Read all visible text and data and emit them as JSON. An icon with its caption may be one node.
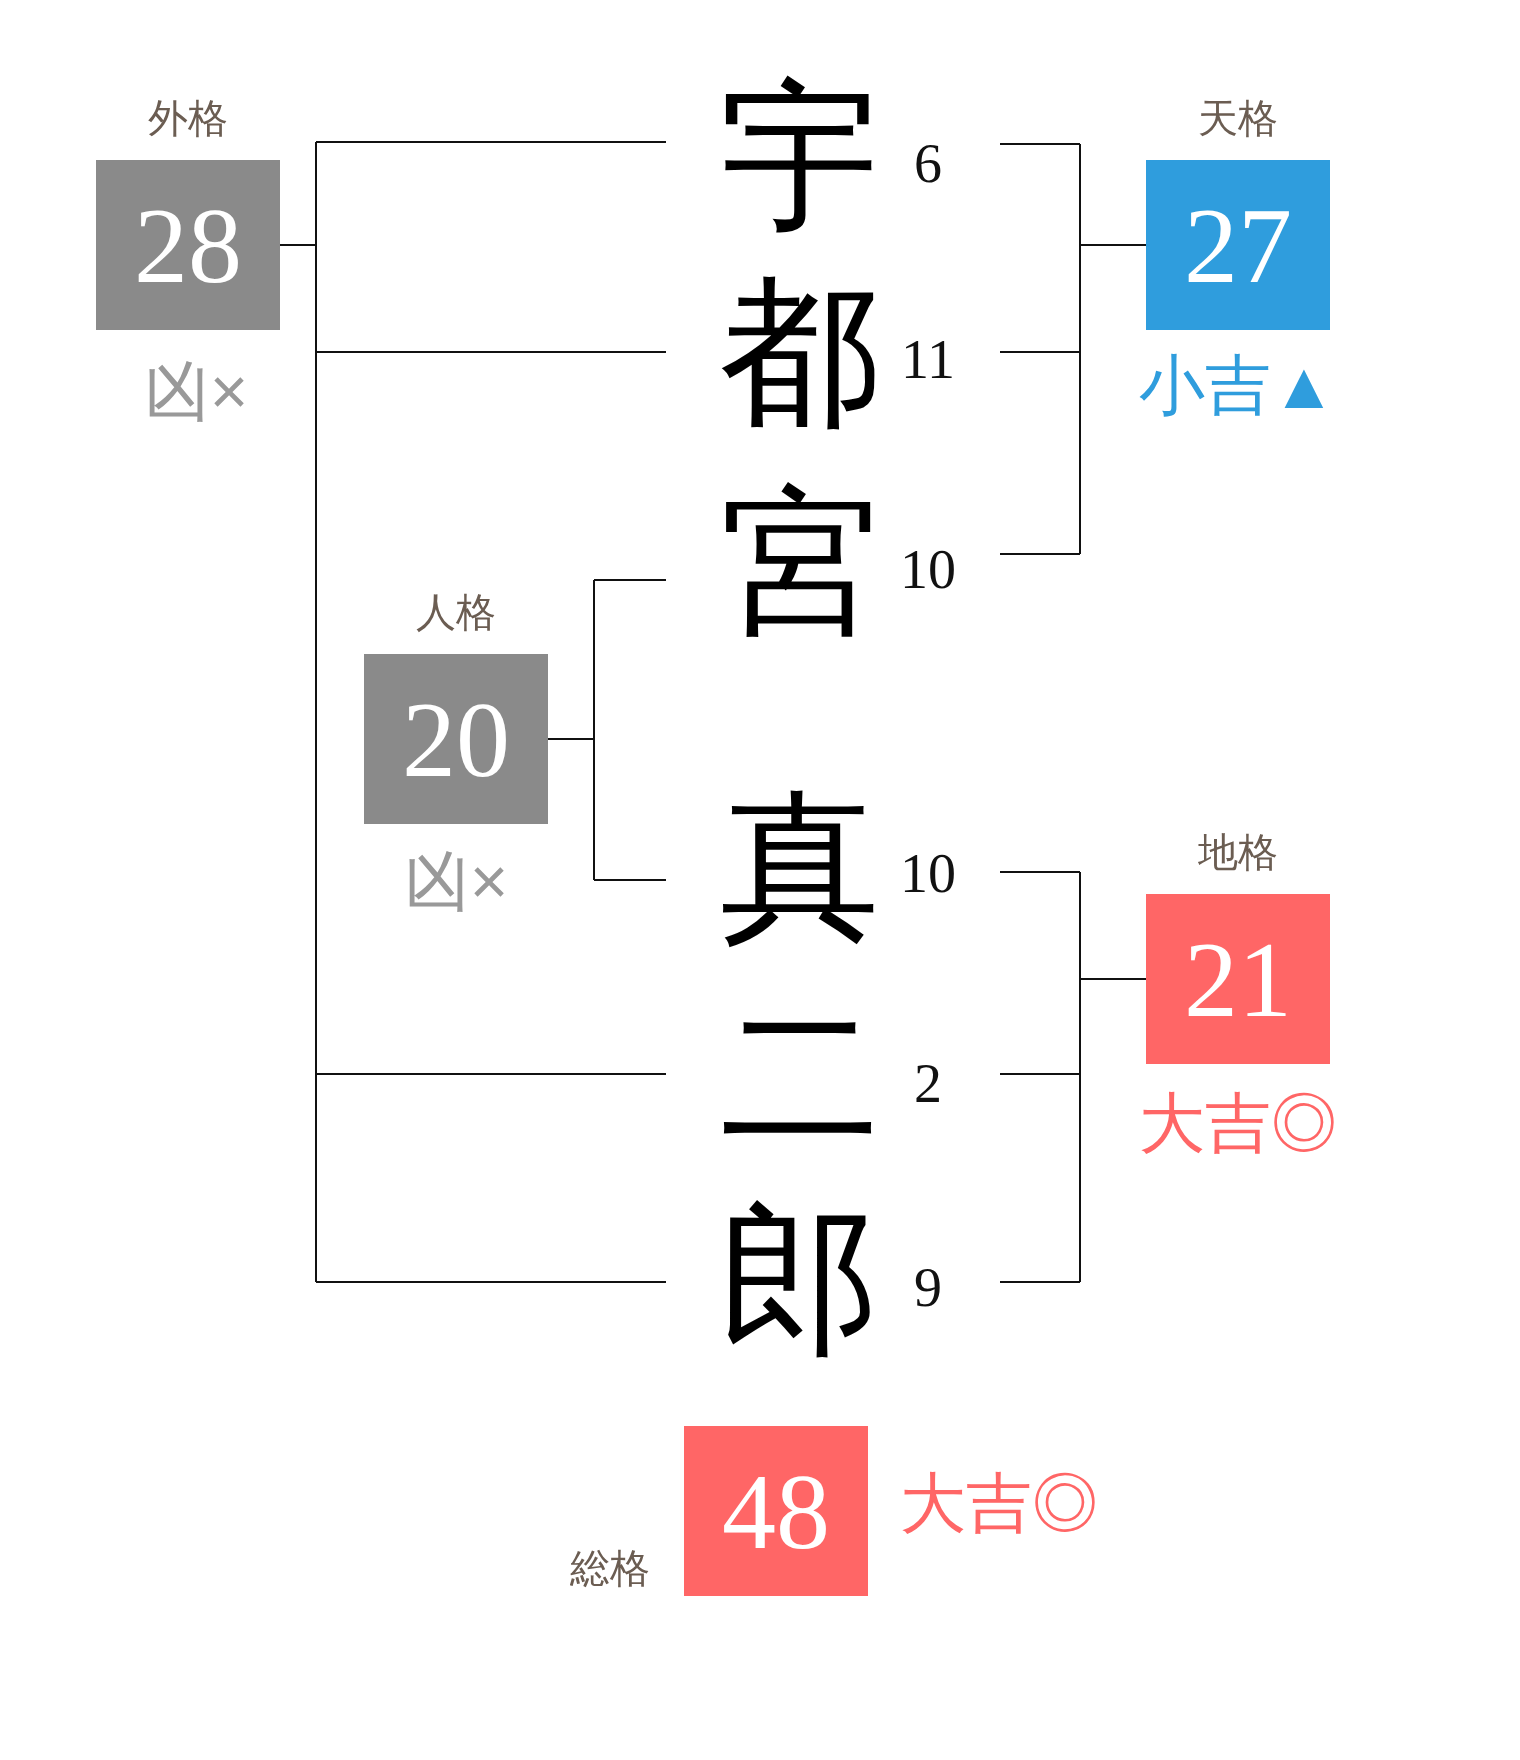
{
  "diagram": {
    "nodes": [
      {
        "text": [
          "外格",
          "28"
        ],
        "beside": [
          "凶×"
        ]
      },
      {
        "text": [
          "宇"
        ],
        "beside": [
          "6"
        ]
      },
      {
        "text": [
          "天格",
          "27"
        ],
        "beside": [
          "小吉▲"
        ]
      },
      {
        "text": [
          "都"
        ],
        "beside": [
          "11"
        ]
      },
      {
        "text": [
          "宮"
        ],
        "beside": [
          "10"
        ]
      },
      {
        "text": [
          "人格",
          "20"
        ],
        "beside": [
          "凶×"
        ]
      },
      {
        "text": [
          "真"
        ],
        "beside": [
          "10"
        ]
      },
      {
        "text": [
          "地格",
          "21"
        ],
        "beside": [
          "大吉◎"
        ]
      },
      {
        "text": [
          "二"
        ],
        "beside": [
          "2"
        ]
      },
      {
        "text": [
          "郎"
        ],
        "beside": [
          "9"
        ]
      },
      {
        "text": [
          "総格",
          "48"
        ],
        "beside": [
          "大吉◎"
        ]
      }
    ],
    "edges": [
      {
        "from": 0,
        "to": 1,
        "arrow": "none"
      },
      {
        "from": 0,
        "to": 3,
        "arrow": "none"
      },
      {
        "from": 0,
        "to": 8,
        "arrow": "none"
      },
      {
        "from": 0,
        "to": 9,
        "arrow": "none"
      },
      {
        "from": 2,
        "to": 1,
        "arrow": "none"
      },
      {
        "from": 2,
        "to": 3,
        "arrow": "none"
      },
      {
        "from": 2,
        "to": 4,
        "arrow": "none"
      },
      {
        "from": 5,
        "to": 4,
        "arrow": "none"
      },
      {
        "from": 5,
        "to": 6,
        "arrow": "none"
      },
      {
        "from": 7,
        "to": 6,
        "arrow": "none"
      },
      {
        "from": 7,
        "to": 8,
        "arrow": "none"
      },
      {
        "from": 7,
        "to": 9,
        "arrow": "none"
      }
    ]
  }
}
